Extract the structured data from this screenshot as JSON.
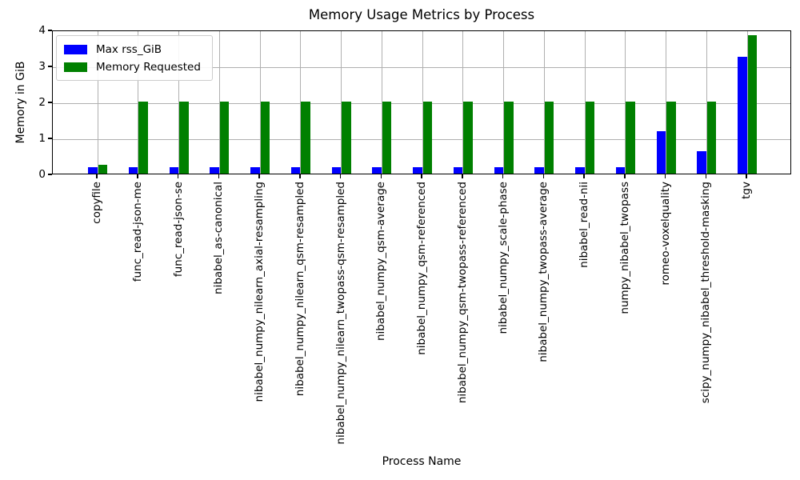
{
  "chart_data": {
    "type": "bar",
    "title": "Memory Usage Metrics by Process",
    "xlabel": "Process Name",
    "ylabel": "Memory in GiB",
    "ylim": [
      0,
      4
    ],
    "yticks": [
      0,
      1,
      2,
      3,
      4
    ],
    "grid": true,
    "legend_position": "upper left",
    "background_color": "#ffffff",
    "grid_color": "#b0b0b0",
    "spine_color": "#000000",
    "categories": [
      "copyfile",
      "func_read-json-me",
      "func_read-json-se",
      "nibabel_as-canonical",
      "nibabel_numpy_nilearn_axial-resampling",
      "nibabel_numpy_nilearn_qsm-resampled",
      "nibabel_numpy_nilearn_twopass-qsm-resampled",
      "nibabel_numpy_qsm-average",
      "nibabel_numpy_qsm-referenced",
      "nibabel_numpy_qsm-twopass-referenced",
      "nibabel_numpy_scale-phase",
      "nibabel_numpy_twopass-average",
      "nibabel_read-nii",
      "numpy_nibabel_twopass",
      "romeo-voxelquality",
      "scipy_numpy_nibabel_threshold-masking",
      "tgv"
    ],
    "series": [
      {
        "name": "Max rss_GiB",
        "color": "#0000ff",
        "values": [
          0.17,
          0.17,
          0.17,
          0.17,
          0.17,
          0.17,
          0.17,
          0.17,
          0.17,
          0.17,
          0.17,
          0.17,
          0.17,
          0.17,
          1.18,
          0.63,
          3.24
        ]
      },
      {
        "name": "Memory Requested",
        "color": "#008000",
        "values": [
          0.24,
          2.0,
          2.0,
          2.0,
          2.0,
          2.0,
          2.0,
          2.0,
          2.0,
          2.0,
          2.0,
          2.0,
          2.0,
          2.0,
          2.0,
          2.0,
          3.85
        ]
      }
    ]
  }
}
